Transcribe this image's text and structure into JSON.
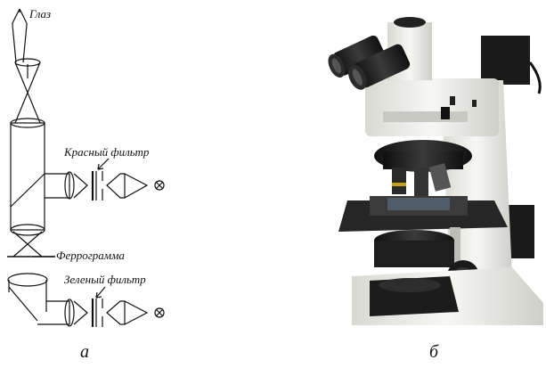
{
  "diagram": {
    "labels": {
      "eye": "Глаз",
      "red_filter": "Красный фильтр",
      "ferrogram": "Феррограмма",
      "green_filter": "Зеленый фильтр"
    }
  },
  "captions": {
    "left": "а",
    "right": "б"
  },
  "photo": {
    "subject": "microscope",
    "colors": {
      "body": "#f2f2ee",
      "dark": "#1c1c1c",
      "stage": "#2a2a2a"
    }
  }
}
